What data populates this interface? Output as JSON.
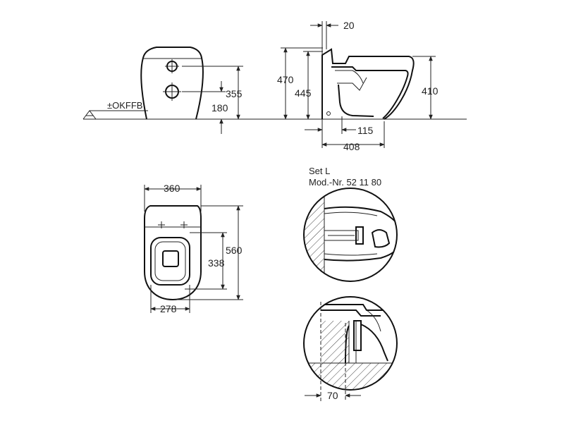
{
  "reference_label": "±OKFFB",
  "set_label": "Set L",
  "model_label": "Mod.-Nr. 52 11 80",
  "dims": {
    "d20": "20",
    "d470": "470",
    "d445": "445",
    "d410": "410",
    "d355": "355",
    "d180": "180",
    "d115": "115",
    "d408": "408",
    "d360": "360",
    "d560": "560",
    "d338": "338",
    "d278": "278",
    "d70": "70"
  }
}
